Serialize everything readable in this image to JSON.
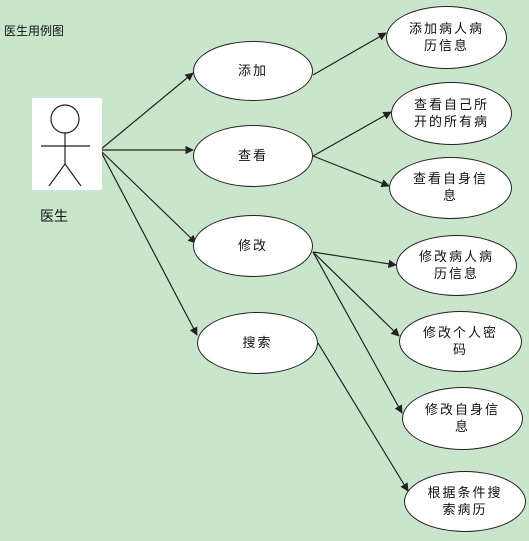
{
  "title": "医生用例图",
  "actor": {
    "name": "医生"
  },
  "use_cases": [
    {
      "id": "add",
      "label": "添加"
    },
    {
      "id": "view",
      "label": "查看"
    },
    {
      "id": "modify",
      "label": "修改"
    },
    {
      "id": "search",
      "label": "搜索"
    }
  ],
  "sub_cases": [
    {
      "id": "add-record",
      "label": "添加病人病历信息"
    },
    {
      "id": "view-prescriptions",
      "label": "查看自己所开的所有病"
    },
    {
      "id": "view-self-info",
      "label": "查看自身信息"
    },
    {
      "id": "modify-record",
      "label": "修改病人病历信息"
    },
    {
      "id": "modify-password",
      "label": "修改个人密码"
    },
    {
      "id": "modify-self-info",
      "label": "修改自身信息"
    },
    {
      "id": "search-records",
      "label": "根据条件搜索病历"
    }
  ],
  "colors": {
    "background": "#c9e6cc",
    "line": "#222222",
    "ellipse_fill": "#ffffff"
  }
}
